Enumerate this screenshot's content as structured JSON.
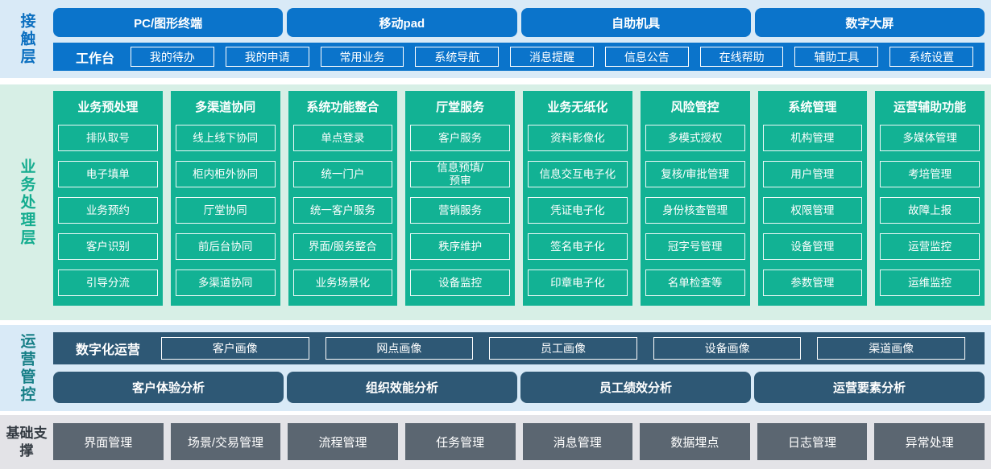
{
  "colors": {
    "blue_box": "#0b74cb",
    "blue_band_bg": "#d9eaf7",
    "green_box": "#12b294",
    "green_band_bg": "#d7efe6",
    "navy_box": "#2e5875",
    "gray_box": "#5b6671",
    "gray_band_bg": "#e3e3e7",
    "touch_label_color": "#0b6fc0",
    "business_label_color": "#14ac8f",
    "ops_label_color": "#177f87",
    "foundation_label_color": "#343b43"
  },
  "layers": {
    "touch": {
      "label": "接触层",
      "terminals": [
        "PC/图形终端",
        "移动pad",
        "自助机具",
        "数字大屏"
      ],
      "workbench": {
        "label": "工作台",
        "items": [
          "我的待办",
          "我的申请",
          "常用业务",
          "系统导航",
          "消息提醒",
          "信息公告",
          "在线帮助",
          "辅助工具",
          "系统设置"
        ]
      }
    },
    "business": {
      "label": "业务处理层",
      "columns": [
        {
          "title": "业务预处理",
          "items": [
            "排队取号",
            "电子填单",
            "业务预约",
            "客户识别",
            "引导分流"
          ]
        },
        {
          "title": "多渠道协同",
          "items": [
            "线上线下协同",
            "柜内柜外协同",
            "厅堂协同",
            "前后台协同",
            "多渠道协同"
          ]
        },
        {
          "title": "系统功能整合",
          "items": [
            "单点登录",
            "统一门户",
            "统一客户服务",
            "界面/服务整合",
            "业务场景化"
          ]
        },
        {
          "title": "厅堂服务",
          "items": [
            "客户服务",
            "信息预填/\n预审",
            "营销服务",
            "秩序维护",
            "设备监控"
          ]
        },
        {
          "title": "业务无纸化",
          "items": [
            "资料影像化",
            "信息交互电子化",
            "凭证电子化",
            "签名电子化",
            "印章电子化"
          ]
        },
        {
          "title": "风险管控",
          "items": [
            "多模式授权",
            "复核/审批管理",
            "身份核查管理",
            "冠字号管理",
            "名单检查等"
          ]
        },
        {
          "title": "系统管理",
          "items": [
            "机构管理",
            "用户管理",
            "权限管理",
            "设备管理",
            "参数管理"
          ]
        },
        {
          "title": "运营辅助功能",
          "items": [
            "多媒体管理",
            "考培管理",
            "故障上报",
            "运营监控",
            "运维监控"
          ]
        }
      ]
    },
    "operations": {
      "label": "运营管控",
      "digital": {
        "label": "数字化运营",
        "items": [
          "客户画像",
          "网点画像",
          "员工画像",
          "设备画像",
          "渠道画像"
        ]
      },
      "analysis": [
        "客户体验分析",
        "组织效能分析",
        "员工绩效分析",
        "运营要素分析"
      ]
    },
    "foundation": {
      "label": "基础支撑",
      "items": [
        "界面管理",
        "场景/交易管理",
        "流程管理",
        "任务管理",
        "消息管理",
        "数据埋点",
        "日志管理",
        "异常处理"
      ]
    }
  }
}
